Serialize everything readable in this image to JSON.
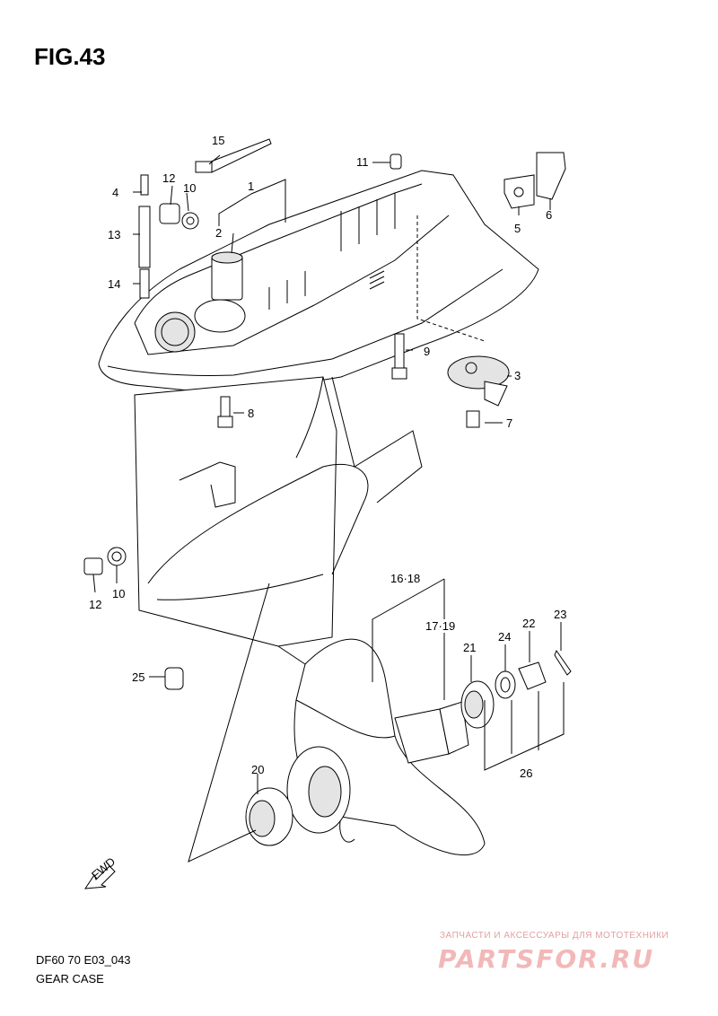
{
  "figure": {
    "title": "FIG.43"
  },
  "callouts": [
    "1",
    "2",
    "3",
    "4",
    "5",
    "6",
    "7",
    "8",
    "9",
    "10",
    "11",
    "12",
    "13",
    "14",
    "15",
    "16·18",
    "17·19",
    "20",
    "21",
    "22",
    "23",
    "24",
    "25",
    "26"
  ],
  "fwd_label": "FWD",
  "footer": {
    "code": "DF60 70 E03_043",
    "caption": "GEAR CASE"
  },
  "watermark": {
    "tagline": "ЗАПЧАСТИ И АКСЕССУАРЫ ДЛЯ МОТОТЕХНИКИ",
    "logo": "PARTSFOR.RU"
  },
  "colors": {
    "line": "#000000",
    "watermark": "#f2b8b8"
  }
}
